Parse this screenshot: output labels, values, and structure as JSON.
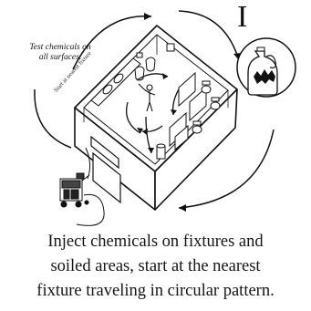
{
  "step": {
    "numeral": "I"
  },
  "annotations": {
    "test_chemicals": "Test chemicals on all surfaces.",
    "start_at_nearest": "Start at nearest fixture"
  },
  "caption": {
    "line1": "Inject chemicals on fixtures and",
    "line2": "soiled areas, start at the nearest",
    "line3": "fixture traveling in circular pattern."
  },
  "icons": {
    "chemical": "chemical-jug-icon",
    "cart": "cleaning-cart-icon",
    "worker": "worker-icon"
  },
  "colors": {
    "ink": "#111111",
    "background": "#ffffff"
  }
}
